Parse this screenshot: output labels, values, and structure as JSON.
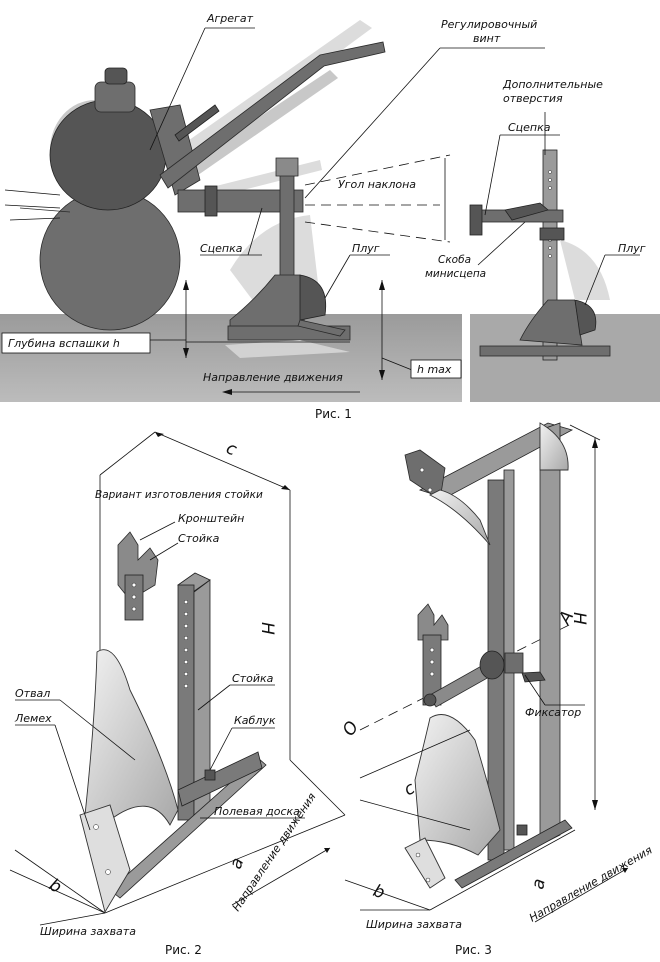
{
  "fig1": {
    "caption": "Рис. 1",
    "labels": {
      "aggregate": "Агрегат",
      "adjusting_screw_1": "Регулировочный",
      "adjusting_screw_2": "винт",
      "extra_holes_1": "Дополнительные",
      "extra_holes_2": "отверстия",
      "hitch_right": "Сцепка",
      "tilt_angle": "Угол наклона",
      "hitch_left": "Сцепка",
      "plow_left": "Плуг",
      "bracket_1": "Скоба",
      "bracket_2": "минисцепа",
      "plow_right": "Плуг",
      "plow_depth": "Глубина вспашки h",
      "h_max": "h max",
      "direction": "Направление движения"
    }
  },
  "fig2": {
    "caption": "Рис. 2",
    "labels": {
      "variant": "Вариант изготовления стойки",
      "bracket": "Кронштейн",
      "post_small": "Стойка",
      "post": "Стойка",
      "heel": "Каблук",
      "moldboard": "Отвал",
      "share": "Лемех",
      "field_board": "Полевая доска",
      "direction": "Направление движения",
      "width": "Ширина захвата"
    },
    "dims": {
      "c": "c",
      "H": "H",
      "a": "a",
      "b": "b"
    }
  },
  "fig3": {
    "caption": "Рис. 3",
    "labels": {
      "fixator": "Фиксатор",
      "direction": "Направление движения",
      "width": "Ширина захвата"
    },
    "dims": {
      "A": "A",
      "H": "H",
      "O": "O",
      "c": "c",
      "a": "a",
      "b": "b"
    }
  }
}
